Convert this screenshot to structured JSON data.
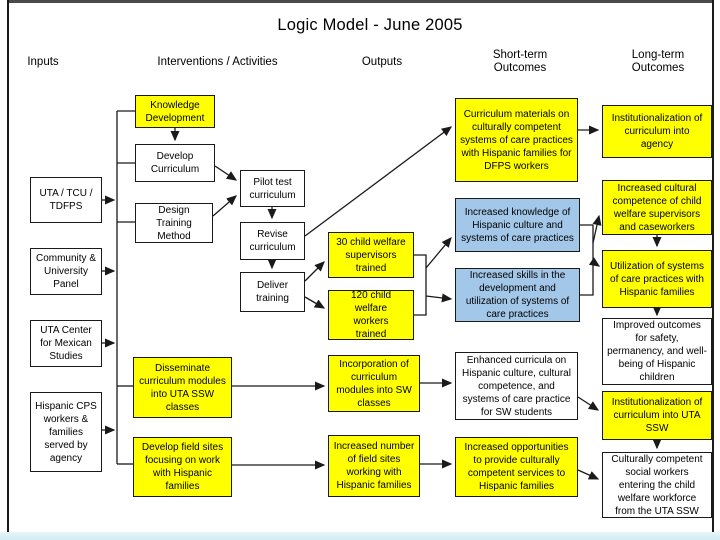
{
  "title": "Logic Model - June 2005",
  "columns": {
    "inputs": "Inputs",
    "interventions": "Interventions / Activities",
    "outputs": "Outputs",
    "short_term": "Short-term Outcomes",
    "long_term": "Long-term Outcomes"
  },
  "colors": {
    "box_yellow": "#FFFF00",
    "box_blue": "#A3C7E8",
    "box_white": "#FFFFFF",
    "box_border": "#1A1A1A",
    "footer_strip": "#CFEAF2",
    "top_bar": "#4A4A4A"
  },
  "nodes": {
    "uta_tcu_tdfps": "UTA / TCU / TDFPS",
    "community_university_panel": "Community & University Panel",
    "uta_center_mexican_studies": "UTA Center for Mexican Studies",
    "hispanic_cps_workers": "Hispanic CPS workers & families served by agency",
    "knowledge_development": "Knowledge Development",
    "develop_curriculum": "Develop Curriculum",
    "design_training_method": "Design Training Method",
    "pilot_test_curriculum": "Pilot test curriculum",
    "revise_curriculum": "Revise curriculum",
    "deliver_training": "Deliver training",
    "disseminate_modules": "Disseminate curriculum modules into UTA SSW classes",
    "develop_field_sites": "Develop field sites focusing on work with Hispanic families",
    "supervisors_trained": "30 child welfare supervisors trained",
    "workers_trained": "120 child welfare workers trained",
    "incorporation_modules": "Incorporation of curriculum modules into SW classes",
    "increased_field_sites": "Increased number of field sites working with Hispanic families",
    "curriculum_materials": "Curriculum materials on culturally competent systems of care practices with Hispanic families for DFPS workers",
    "increased_knowledge": "Increased knowledge of Hispanic culture and systems of care practices",
    "increased_skills": "Increased skills in the development and utilization of systems of care practices",
    "enhanced_curricula": "Enhanced curricula on Hispanic culture, cultural competence, and systems of care practice for SW students",
    "increased_opportunities": "Increased opportunities to provide culturally competent services to Hispanic families",
    "institutionalization_agency": "Institutionalization of curriculum into agency",
    "increased_cultural_competence": "Increased cultural competence of child welfare supervisors and caseworkers",
    "utilization_systems": "Utilization of systems of care practices with Hispanic families",
    "improved_outcomes": "Improved outcomes for safety, permanency, and well-being of Hispanic children",
    "institutionalization_uta_ssw": "Institutionalization of curriculum into UTA SSW",
    "culturally_competent_workers": "Culturally competent social workers entering the child welfare workforce from the UTA SSW"
  }
}
